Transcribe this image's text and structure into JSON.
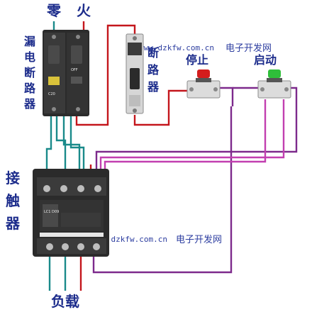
{
  "labels": {
    "neutral": "零",
    "live": "火",
    "leakage_breaker": [
      "漏",
      "电",
      "断",
      "路",
      "器"
    ],
    "breaker": [
      "断",
      "路",
      "器"
    ],
    "stop": "停止",
    "start": "启动",
    "contactor": [
      "接",
      "触",
      "器"
    ],
    "load": "负载"
  },
  "watermarks": [
    {
      "url": "www.dzkfw.com.cn",
      "name": "电子开发网"
    },
    {
      "url": "www.dzkfw.com.cn",
      "name": "电子开发网"
    }
  ],
  "device_marks": {
    "leakage_breaker_rating": "C20",
    "leakage_breaker_off": "OFF",
    "contactor_model": "LC1 D09"
  },
  "colors": {
    "label_blue": "#1d2d8c",
    "wire_red": "#c4161c",
    "wire_teal": "#1a8a8a",
    "wire_purple": "#7d2a8c",
    "wire_magenta": "#c23fb0",
    "device_dark": "#2b2b2b",
    "stop_button": "#d41d1d",
    "start_button": "#2fbf3a"
  }
}
